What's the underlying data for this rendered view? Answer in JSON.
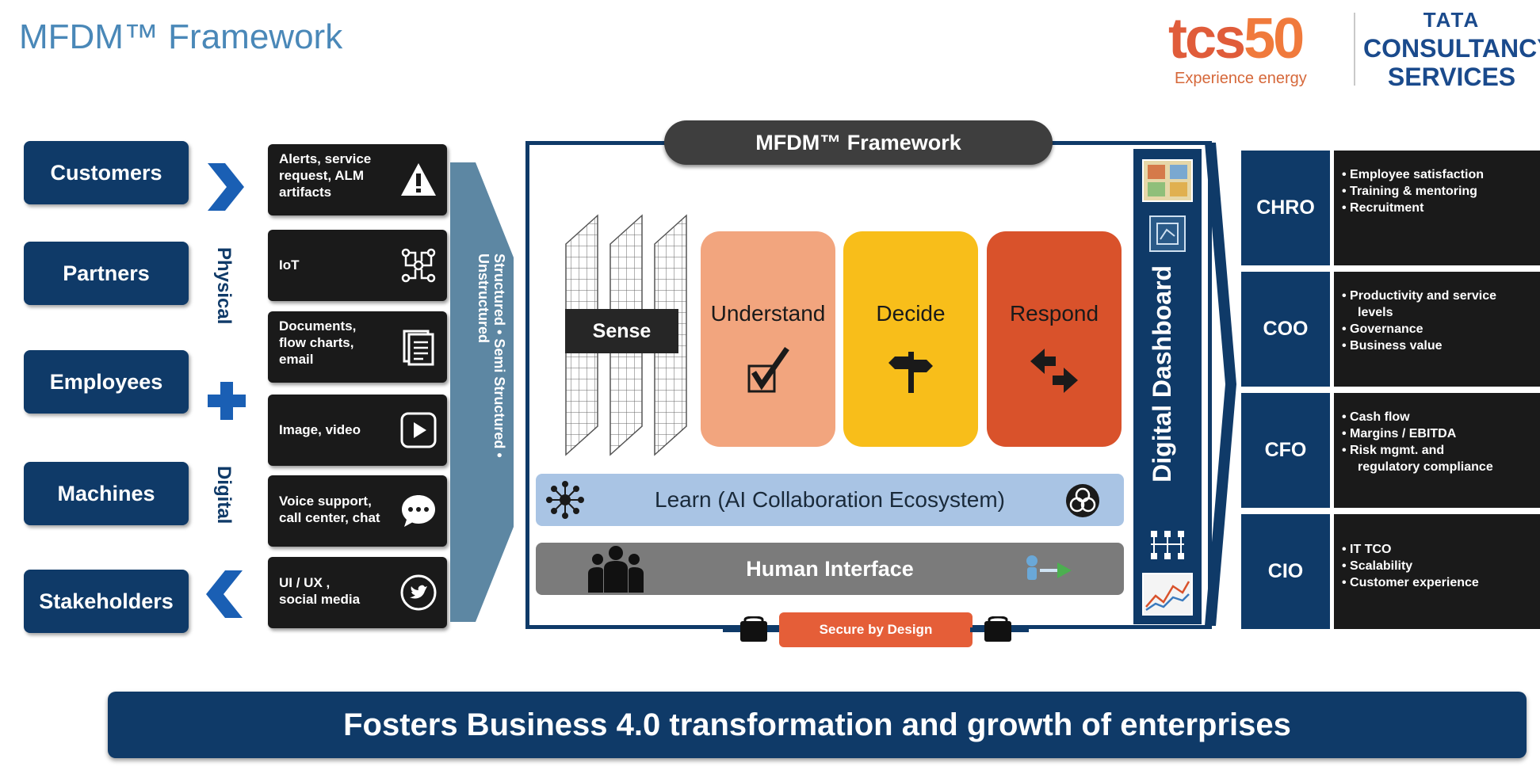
{
  "page_title": "MFDM™ Framework",
  "logo": {
    "tcs_text": "tcs",
    "tcs_number": "50",
    "tagline": "Experience energy",
    "company_line1": "TATA",
    "company_line2": "CONSULTANCY",
    "company_line3": "SERVICES"
  },
  "sources": [
    "Customers",
    "Partners",
    "Employees",
    "Machines",
    "Stakeholders"
  ],
  "side_labels": {
    "physical": "Physical",
    "digital": "Digital"
  },
  "inputs": [
    {
      "lines": [
        "Alerts, service",
        "request, ALM",
        "artifacts"
      ],
      "icon": "warning-icon"
    },
    {
      "lines": [
        "IoT"
      ],
      "icon": "iot-circuit-icon"
    },
    {
      "lines": [
        "Documents,",
        "flow charts,",
        " email"
      ],
      "icon": "document-icon"
    },
    {
      "lines": [
        "Image, video"
      ],
      "icon": "play-icon"
    },
    {
      "lines": [
        "Voice support,",
        "call center, chat"
      ],
      "icon": "chat-icon"
    },
    {
      "lines": [
        "UI / UX ,",
        "social media"
      ],
      "icon": "twitter-icon"
    }
  ],
  "funnel_text": "Structured • Semi Structured • Unstructured",
  "framework": {
    "title": "MFDM™ Framework",
    "sense": "Sense",
    "phases": [
      {
        "label": "Understand",
        "color": "#f2a57e",
        "icon": "checkbox-icon"
      },
      {
        "label": "Decide",
        "color": "#f8be1a",
        "icon": "signpost-icon"
      },
      {
        "label": "Respond",
        "color": "#d9522b",
        "icon": "arrows-icon"
      }
    ],
    "learn": "Learn (AI Collaboration Ecosystem)",
    "human": "Human Interface",
    "dashboard": "Digital Dashboard",
    "secure": "Secure by Design"
  },
  "roles": [
    {
      "role": "CHRO",
      "points": [
        [
          "Employee satisfaction"
        ],
        [
          "Training & mentoring"
        ],
        [
          "Recruitment"
        ]
      ]
    },
    {
      "role": "COO",
      "points": [
        [
          "Productivity and service",
          "levels"
        ],
        [
          "Governance"
        ],
        [
          "Business value"
        ]
      ]
    },
    {
      "role": "CFO",
      "points": [
        [
          "Cash flow"
        ],
        [
          "Margins / EBITDA"
        ],
        [
          "Risk mgmt. and",
          "regulatory compliance"
        ]
      ]
    },
    {
      "role": "CIO",
      "points": [
        [
          "IT TCO"
        ],
        [
          "Scalability"
        ],
        [
          "Customer experience"
        ]
      ]
    }
  ],
  "footer": "Fosters Business 4.0 transformation and growth of enterprises",
  "colors": {
    "navy": "#0f3a68",
    "dark": "#1a1a1a",
    "orange": "#e55e38",
    "light_blue": "#a9c4e4"
  }
}
